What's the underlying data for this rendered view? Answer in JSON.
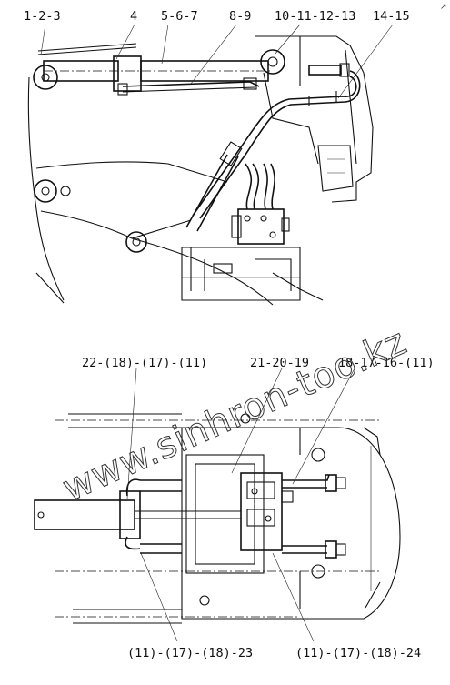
{
  "labels": {
    "top": {
      "l1": "1-2-3",
      "l2": "4",
      "l3": "5-6-7",
      "l4": "8-9",
      "l5": "10-11-12-13",
      "l6": "14-15"
    },
    "bottom": {
      "l1": "22-(18)-(17)-(11)",
      "l2": "21-20-19",
      "l3": "18-17-16-(11)",
      "l4": "(11)-(17)-(18)-23",
      "l5": "(11)-(17)-(18)-24"
    }
  },
  "watermark": "www.sinhron-too.kz",
  "corner_mark": "↗",
  "colors": {
    "ink": "#111111",
    "paper": "#ffffff"
  }
}
